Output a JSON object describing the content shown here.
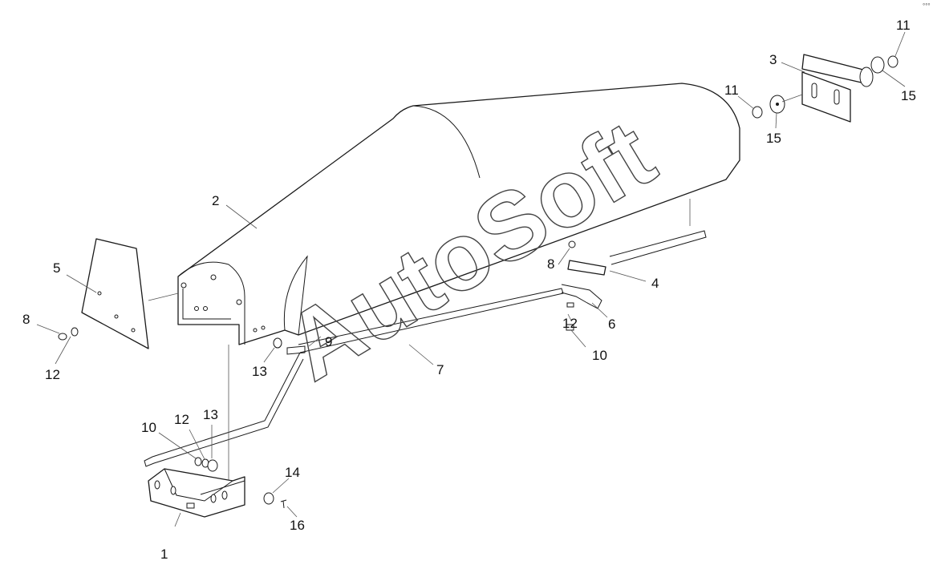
{
  "watermark": "AutoSoft",
  "corner_mark": "°°°",
  "callouts": [
    "1",
    "2",
    "3",
    "4",
    "5",
    "6",
    "7",
    "8",
    "8",
    "9",
    "10",
    "10",
    "11",
    "11",
    "12",
    "12",
    "12",
    "13",
    "13",
    "14",
    "15",
    "15",
    "16"
  ]
}
